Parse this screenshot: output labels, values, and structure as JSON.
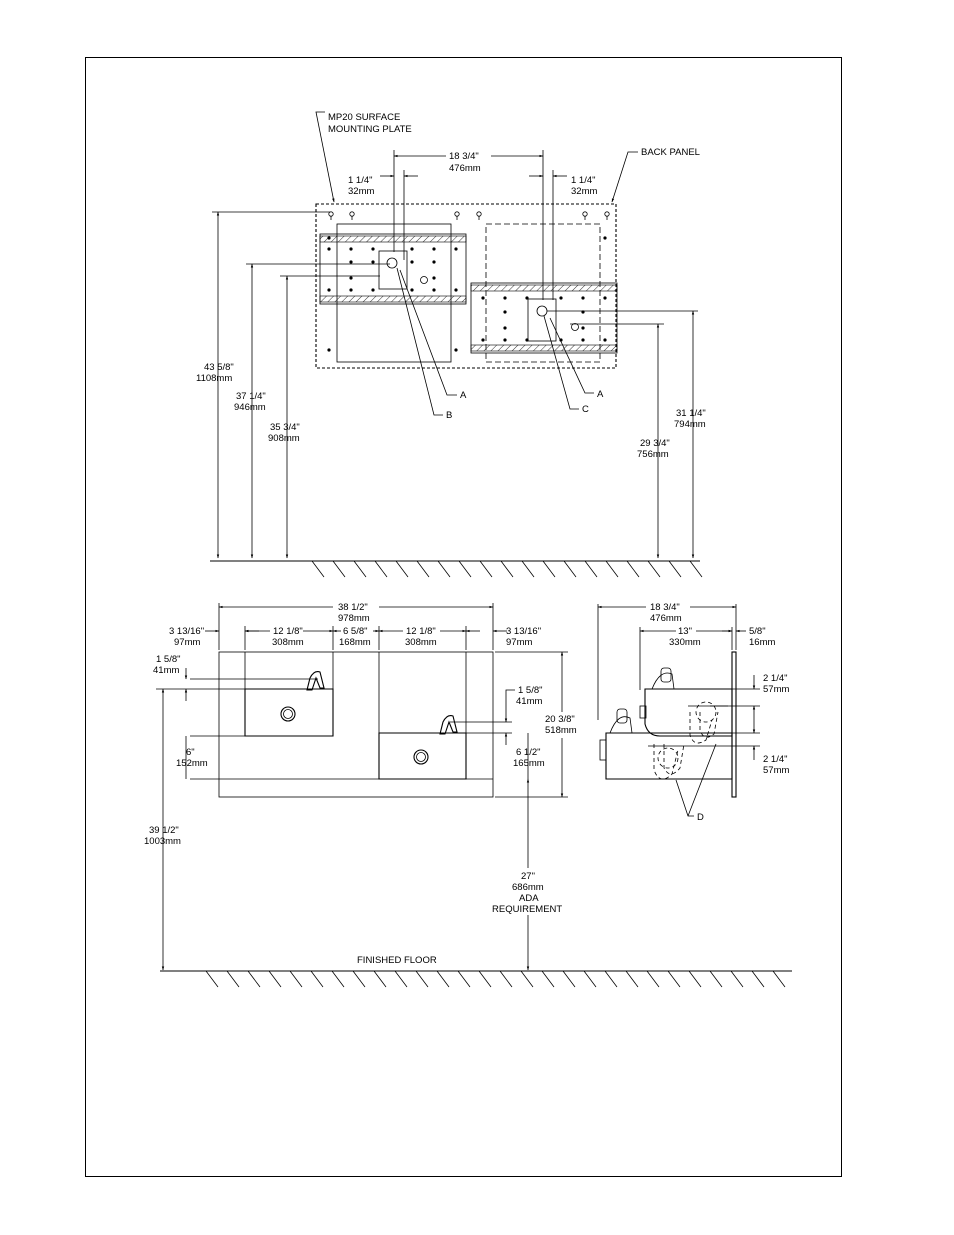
{
  "top_view": {
    "mounting_plate": "MP20 SURFACE\nMOUNTING PLATE",
    "back_panel": "BACK PANEL",
    "spacing": {
      "in": "18 3/4\"",
      "mm": "476mm"
    },
    "left_offset": {
      "in": "1 1/4\"",
      "mm": "32mm"
    },
    "right_offset": {
      "in": "1 1/4\"",
      "mm": "32mm"
    },
    "h_panel_top": {
      "in": "43 5/8\"",
      "mm": "1108mm"
    },
    "h_left_inlet": {
      "in": "37 1/4\"",
      "mm": "946mm"
    },
    "h_left_waste": {
      "in": "35 3/4\"",
      "mm": "908mm"
    },
    "h_right_waste": {
      "in": "29 3/4\"",
      "mm": "756mm"
    },
    "h_right_inlet": {
      "in": "31 1/4\"",
      "mm": "794mm"
    },
    "callout_A1": "A",
    "callout_B": "B",
    "callout_A2": "A",
    "callout_C": "C"
  },
  "front_view": {
    "overall_width": {
      "in": "38 1/2\"",
      "mm": "978mm"
    },
    "left_margin": {
      "in": "3 13/16\"",
      "mm": "97mm"
    },
    "basin1_width": {
      "in": "12 1/8\"",
      "mm": "308mm"
    },
    "gap": {
      "in": "6 5/8\"",
      "mm": "168mm"
    },
    "basin2_width": {
      "in": "12 1/8\"",
      "mm": "308mm"
    },
    "right_margin": {
      "in": "3 13/16\"",
      "mm": "97mm"
    },
    "bubbler_high": {
      "in": "1 5/8\"",
      "mm": "41mm"
    },
    "bubbler_low": {
      "in": "1 5/8\"",
      "mm": "41mm"
    },
    "overall_height": {
      "in": "20 3/8\"",
      "mm": "518mm"
    },
    "step_left": {
      "in": "6\"",
      "mm": "152mm"
    },
    "step_right": {
      "in": "6 1/2\"",
      "mm": "165mm"
    },
    "floor_high": {
      "in": "39 1/2\"",
      "mm": "1003mm"
    },
    "floor_low": {
      "in": "27\"",
      "mm": "686mm",
      "note1": "ADA",
      "note2": "REQUIREMENT"
    },
    "finished_floor": "FINISHED FLOOR"
  },
  "side_view": {
    "depth": {
      "in": "18 3/4\"",
      "mm": "476mm"
    },
    "projection": {
      "in": "13\"",
      "mm": "330mm"
    },
    "plate": {
      "in": "5/8\"",
      "mm": "16mm"
    },
    "drop_upper": {
      "in": "2 1/4\"",
      "mm": "57mm"
    },
    "drop_lower": {
      "in": "2 1/4\"",
      "mm": "57mm"
    },
    "callout_D": "D"
  }
}
